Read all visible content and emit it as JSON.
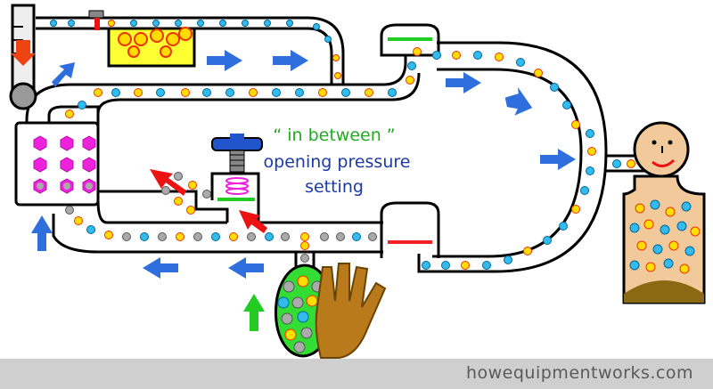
{
  "labels": {
    "line1": "“ in between ”",
    "line2": "opening pressure",
    "line3": "setting"
  },
  "footer": {
    "site": "howequipmentworks.com"
  },
  "colors": {
    "tube": "#000000",
    "ball_blue": "#33bbee",
    "ball_yellow": "#ffdd00",
    "ball_gray": "#aaaaaa",
    "flow_arrow": "#2f6fdd",
    "red_arrow": "#ee1111",
    "green_arrow": "#22cc22",
    "magenta": "#ee22dd",
    "bag": "#33dd33",
    "skin": "#f2c99a",
    "hand": "#b87a1a",
    "footer_bg": "#cfcfcf"
  }
}
